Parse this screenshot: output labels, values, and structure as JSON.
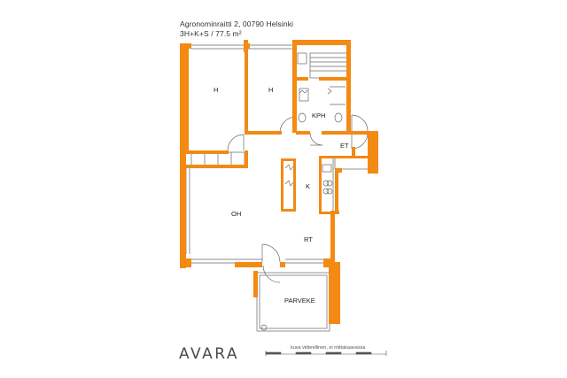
{
  "header": {
    "address": "Agronominraitti 2, 00790 Helsinki",
    "type_area": "3H+K+S / 77.5 m²"
  },
  "rooms": {
    "bedroom_1": "H",
    "bedroom_2": "H",
    "bathroom": "KPH",
    "entry": "ET",
    "kitchen": "K",
    "living": "OH",
    "corridor": "RT",
    "balcony": "PARVEKE"
  },
  "footer": {
    "logo_text": "AVARA",
    "scale_note": "kuva viitteellinen, ei mittakaavassa"
  },
  "colors": {
    "wall": "#f28a14",
    "line": "#555555",
    "background": "#ffffff"
  }
}
